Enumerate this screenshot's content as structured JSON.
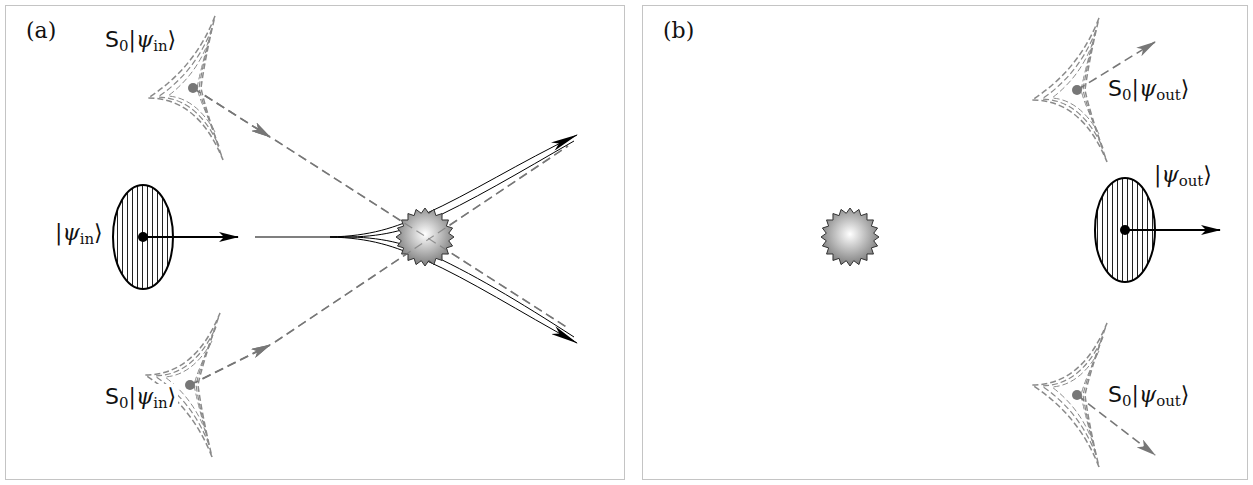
{
  "diagram": {
    "nodes": [
      {
        "text": [
          "(a)"
        ]
      },
      {
        "text": [
          "(b)"
        ]
      }
    ],
    "labels": [
      "S0|ψin⟩",
      "|ψin⟩",
      "S0|ψin⟩",
      "S0|ψout⟩",
      "|ψout⟩",
      "S0|ψout⟩"
    ]
  }
}
